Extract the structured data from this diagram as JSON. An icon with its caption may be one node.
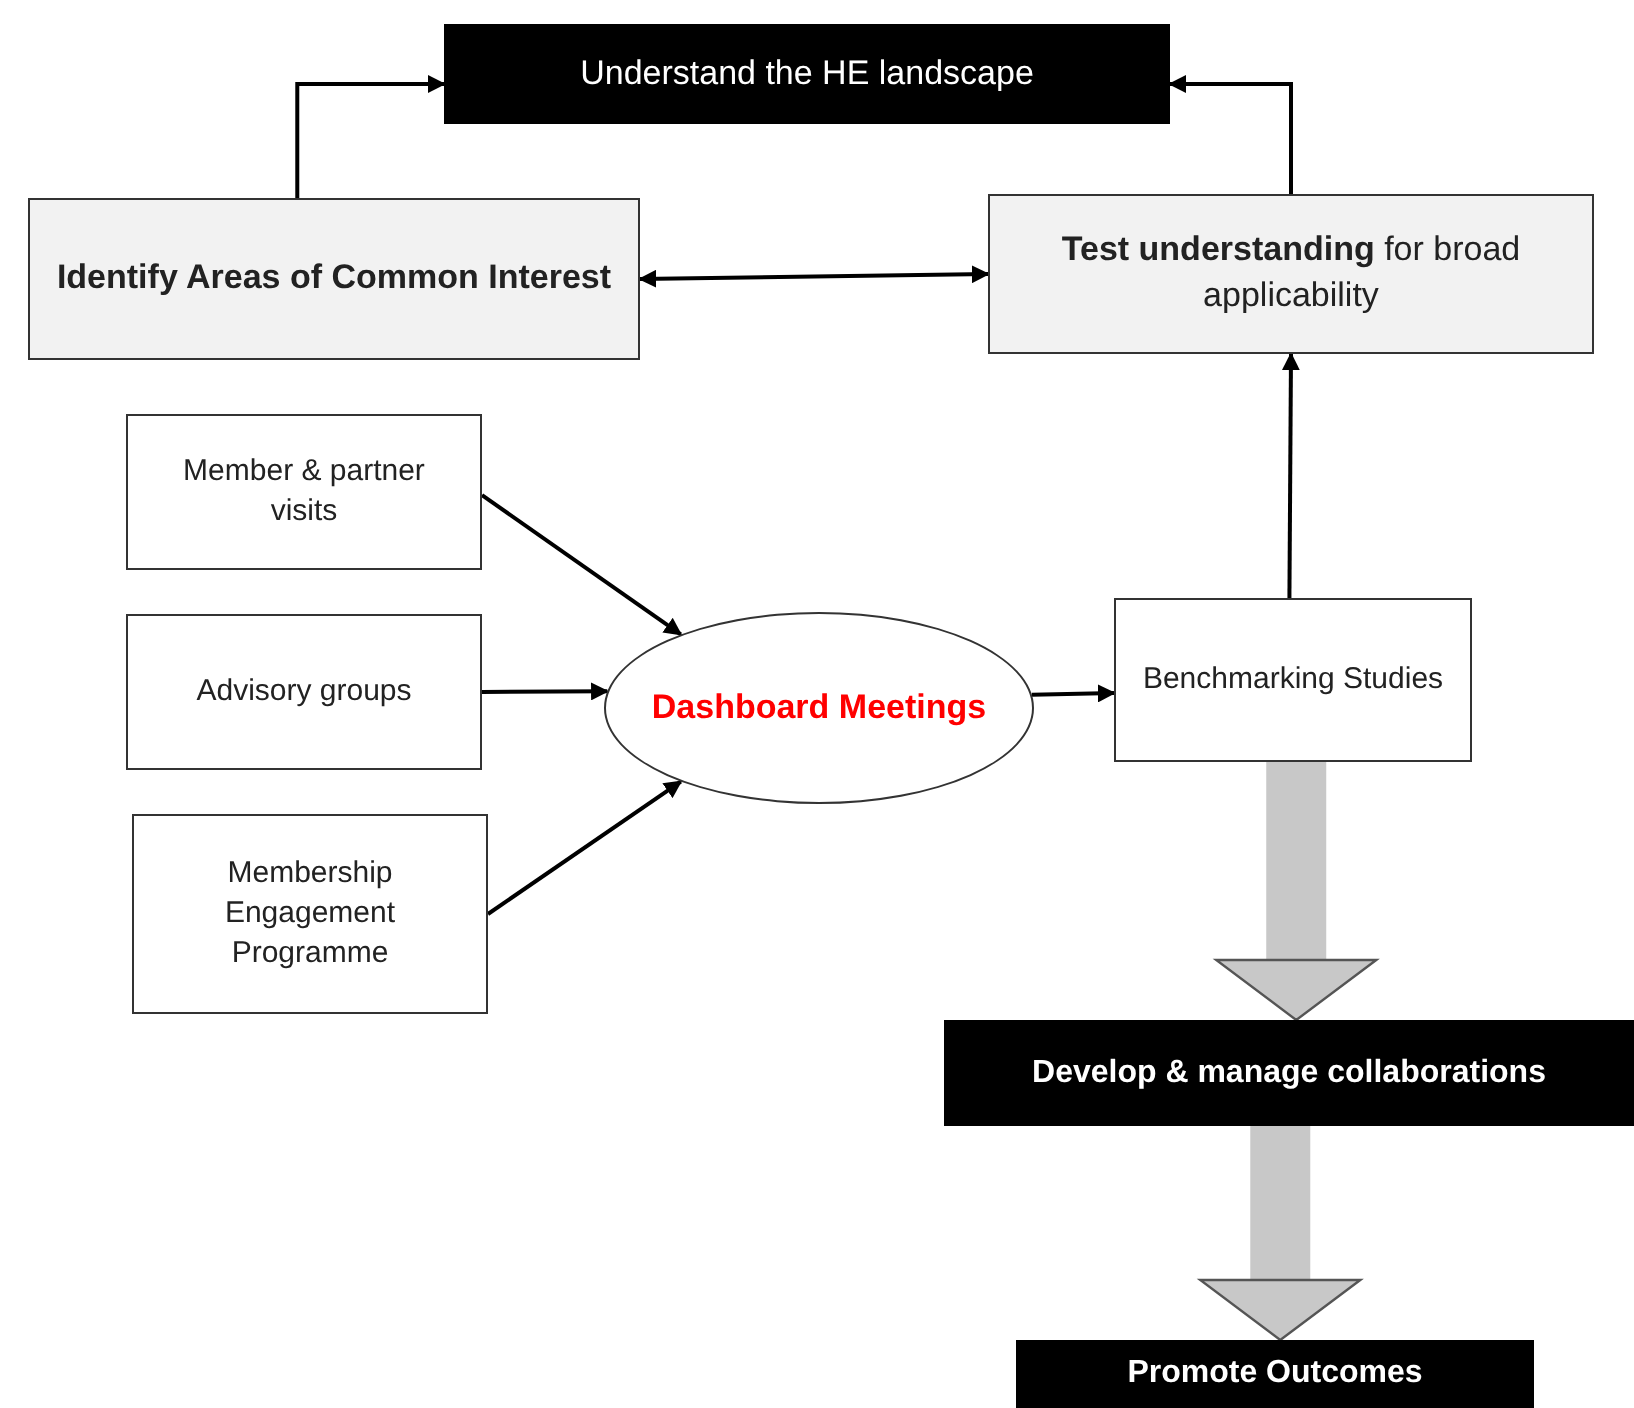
{
  "diagram": {
    "nodes": [
      {
        "text": [
          "Understand the HE landscape"
        ]
      },
      {
        "text": [
          "Identify Areas of Common Interest"
        ]
      },
      {
        "text": [
          "**Test understanding** for broad applicability"
        ]
      },
      {
        "text": [
          "Member & partner visits"
        ]
      },
      {
        "text": [
          "Advisory groups"
        ]
      },
      {
        "text": [
          "Membership Engagement Programme"
        ]
      },
      {
        "text": [
          "Dashboard Meetings"
        ]
      },
      {
        "text": [
          "Benchmarking Studies"
        ]
      },
      {
        "text": [
          "Develop & manage collaborations"
        ]
      },
      {
        "text": [
          "Promote Outcomes"
        ]
      }
    ],
    "edges": [
      {
        "from": 1,
        "to": 0,
        "arrow": "to"
      },
      {
        "from": 2,
        "to": 0,
        "arrow": "to"
      },
      {
        "from": 1,
        "to": 2,
        "arrow": "both"
      },
      {
        "from": 3,
        "to": 6,
        "arrow": "to"
      },
      {
        "from": 4,
        "to": 6,
        "arrow": "to"
      },
      {
        "from": 5,
        "to": 6,
        "arrow": "to"
      },
      {
        "from": 6,
        "to": 7,
        "arrow": "to"
      },
      {
        "from": 7,
        "to": 2,
        "arrow": "to"
      },
      {
        "from": 7,
        "to": 8,
        "arrow": "to",
        "style": "thick",
        "color": "#c8c8c8"
      },
      {
        "from": 8,
        "to": 9,
        "arrow": "to",
        "style": "thick",
        "color": "#c8c8c8"
      }
    ]
  }
}
